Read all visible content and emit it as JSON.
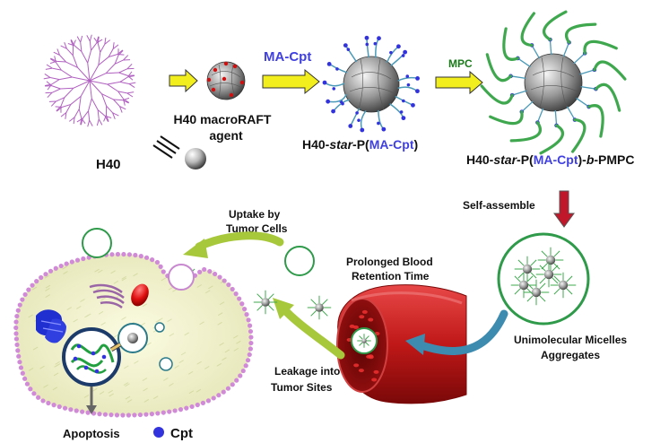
{
  "labels": {
    "h40": "H40",
    "macroraft_line1": "H40 macroRAFT",
    "macroraft_line2": "agent",
    "reagent_ma_cpt": "MA-Cpt",
    "reagent_mpc": "MPC",
    "star_prefix": "H40-",
    "star_italic": "star",
    "star_p_open": "-P(",
    "star_close": ")",
    "block_b_sep": ")-",
    "block_b_italic": "b",
    "block_pmpc": "-PMPC",
    "self_assemble": "Self-assemble",
    "uptake_line1": "Uptake by",
    "uptake_line2": "Tumor Cells",
    "prolonged_line1": "Prolonged Blood",
    "prolonged_line2": "Retention Time",
    "unimolecular_line1": "Unimolecular Micelles",
    "unimolecular_line2": "Aggregates",
    "leakage_line1": "Leakage into",
    "leakage_line2": "Tumor Sites",
    "apoptosis": "Apoptosis",
    "legend_cpt": "Cpt"
  },
  "colors": {
    "dendrimer": "#b060c0",
    "drug": "#3333dd",
    "pmpc_chain": "#3fa84f",
    "arrow_yellow": "#f2ee1e",
    "arrow_green": "#a8c83c",
    "arrow_blue": "#3e8bb0",
    "arrow_red": "#c0182a",
    "vessel": "#c0202a",
    "cell": "#f0f0cc",
    "membrane": "#d08ad8"
  }
}
